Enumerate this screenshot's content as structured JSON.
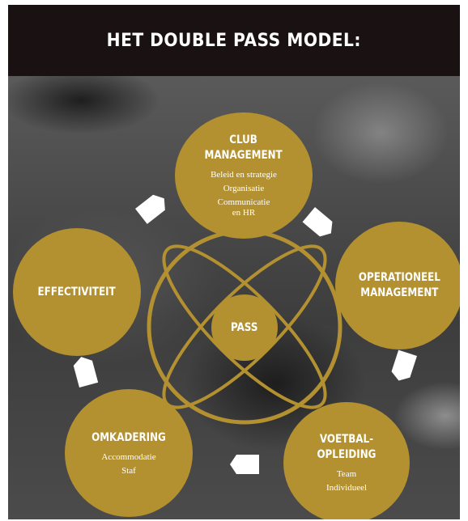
{
  "header": {
    "title": "HET DOUBLE PASS MODEL:"
  },
  "colors": {
    "gold": "#b39030",
    "header_bg": "#1a1212",
    "text": "#ffffff"
  },
  "center": {
    "label": "PASS"
  },
  "nodes": {
    "club_management": {
      "title": "CLUB\nMANAGEMENT",
      "items": [
        "Beleid en strategie",
        "Organisatie",
        "Communicatie\nen HR"
      ]
    },
    "operationeel_management": {
      "title": "OPERATIONEEL\nMANAGEMENT"
    },
    "voetbal_opleiding": {
      "title": "VOETBAL-\nOPLEIDING",
      "items": [
        "Team",
        "Individueel"
      ]
    },
    "omkadering": {
      "title": "OMKADERING",
      "items": [
        "Accommodatie",
        "Staf"
      ]
    },
    "effectiviteit": {
      "title": "EFFECTIVITEIT"
    }
  }
}
